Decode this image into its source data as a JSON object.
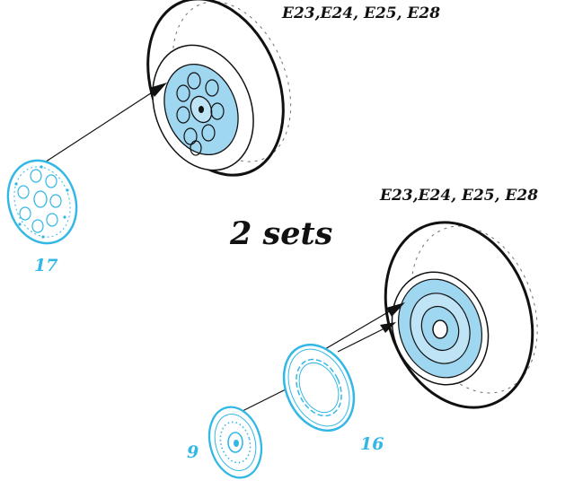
{
  "labels": {
    "variants_top": "E23,E24, E25, E28",
    "variants_bottom": "E23,E24, E25, E28",
    "sets": "2 sets",
    "part_17": "17",
    "part_16": "16",
    "part_9": "9"
  },
  "colors": {
    "part_blue": "#33b8e6",
    "fill_blue": "#9fd6f0",
    "ink": "#111111"
  }
}
